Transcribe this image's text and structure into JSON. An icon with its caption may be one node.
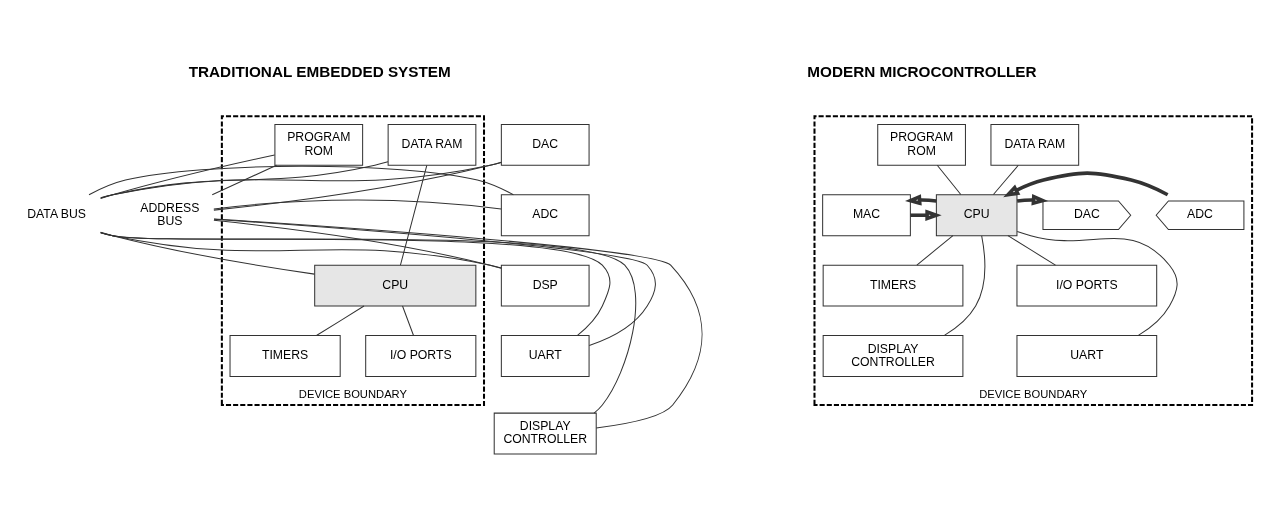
{
  "diagram": {
    "nodes": [
      {
        "text": [
          "DEVICE BOUNDARY"
        ]
      },
      {
        "text": [
          "PROGRAM ROM"
        ],
        "in": 0
      },
      {
        "text": [
          "DATA RAM"
        ],
        "in": 0
      },
      {
        "text": [
          "CPU"
        ],
        "in": 0
      },
      {
        "text": [
          "TIMERS"
        ],
        "in": 0
      },
      {
        "text": [
          "I/O PORTS"
        ],
        "in": 0
      },
      {
        "text": [
          "DATA BUS"
        ]
      },
      {
        "text": [
          "ADDRESS BUS"
        ]
      },
      {
        "text": [
          "DAC"
        ]
      },
      {
        "text": [
          "ADC"
        ]
      },
      {
        "text": [
          "DSP"
        ]
      },
      {
        "text": [
          "UART"
        ]
      },
      {
        "text": [
          "DISPLAY CONTROLLER"
        ]
      },
      {
        "text": [
          "DEVICE BOUNDARY"
        ]
      },
      {
        "text": [
          "PROGRAM ROM"
        ],
        "in": 13
      },
      {
        "text": [
          "DATA RAM"
        ],
        "in": 13
      },
      {
        "text": [
          "MAC"
        ],
        "in": 13
      },
      {
        "text": [
          "CPU"
        ],
        "in": 13
      },
      {
        "text": [
          "DAC"
        ],
        "in": 13
      },
      {
        "text": [
          "ADC"
        ],
        "in": 13
      },
      {
        "text": [
          "TIMERS"
        ],
        "in": 13
      },
      {
        "text": [
          "I/O PORTS"
        ],
        "in": 13
      },
      {
        "text": [
          "DISPLAY CONTROLLER"
        ],
        "in": 13
      },
      {
        "text": [
          "UART"
        ],
        "in": 13
      }
    ],
    "edges": [
      {
        "from": 1,
        "to": 7,
        "arrow": "none"
      },
      {
        "from": 1,
        "to": 6,
        "arrow": "none"
      },
      {
        "from": 2,
        "to": 6,
        "arrow": "none"
      },
      {
        "from": 2,
        "to": 3,
        "arrow": "none"
      },
      {
        "from": 6,
        "to": 3,
        "arrow": "none"
      },
      {
        "from": 3,
        "to": 4,
        "arrow": "none"
      },
      {
        "from": 3,
        "to": 5,
        "arrow": "none"
      },
      {
        "from": 6,
        "to": 8,
        "arrow": "none"
      },
      {
        "from": 7,
        "to": 8,
        "arrow": "none"
      },
      {
        "from": 6,
        "to": 9,
        "arrow": "none"
      },
      {
        "from": 7,
        "to": 9,
        "arrow": "none"
      },
      {
        "from": 7,
        "to": 10,
        "arrow": "none"
      },
      {
        "from": 6,
        "to": 10,
        "arrow": "none"
      },
      {
        "from": 7,
        "to": 11,
        "arrow": "none"
      },
      {
        "from": 6,
        "to": 11,
        "arrow": "none"
      },
      {
        "from": 7,
        "to": 12,
        "arrow": "none"
      },
      {
        "from": 6,
        "to": 12,
        "arrow": "none"
      },
      {
        "from": 14,
        "to": 17,
        "arrow": "none"
      },
      {
        "from": 15,
        "to": 17,
        "arrow": "none"
      },
      {
        "from": 16,
        "to": 17,
        "arrow": "to",
        "style": "thick"
      },
      {
        "from": 17,
        "to": 16,
        "arrow": "to",
        "style": "thick"
      },
      {
        "from": 17,
        "to": 18,
        "arrow": "to",
        "style": "thick"
      },
      {
        "from": 19,
        "to": 17,
        "arrow": "to",
        "style": "thick"
      },
      {
        "from": 17,
        "to": 20,
        "arrow": "none"
      },
      {
        "from": 17,
        "to": 21,
        "arrow": "none"
      },
      {
        "from": 17,
        "to": 22,
        "arrow": "none"
      },
      {
        "from": 17,
        "to": 23,
        "arrow": "none"
      }
    ],
    "labels": [
      "TRADITIONAL EMBEDDED SYSTEM",
      "MODERN MICROCONTROLLER"
    ]
  }
}
